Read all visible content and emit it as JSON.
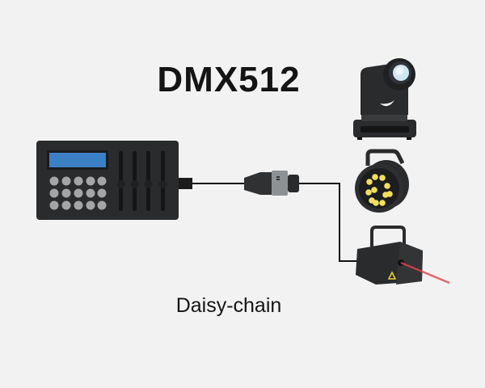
{
  "title": "DMX512",
  "caption": "Daisy-chain",
  "colors": {
    "background": "#f2f2f2",
    "device_body": "#2a2b2d",
    "lcd": "#3d7fc4",
    "par_led": "#f3df5c",
    "laser_beam": "#e0444c",
    "warning_triangle": "#e6cf2f"
  },
  "devices": [
    "dmx-controller",
    "xlr-connector",
    "moving-head-light",
    "par-can-light",
    "laser-projector"
  ]
}
